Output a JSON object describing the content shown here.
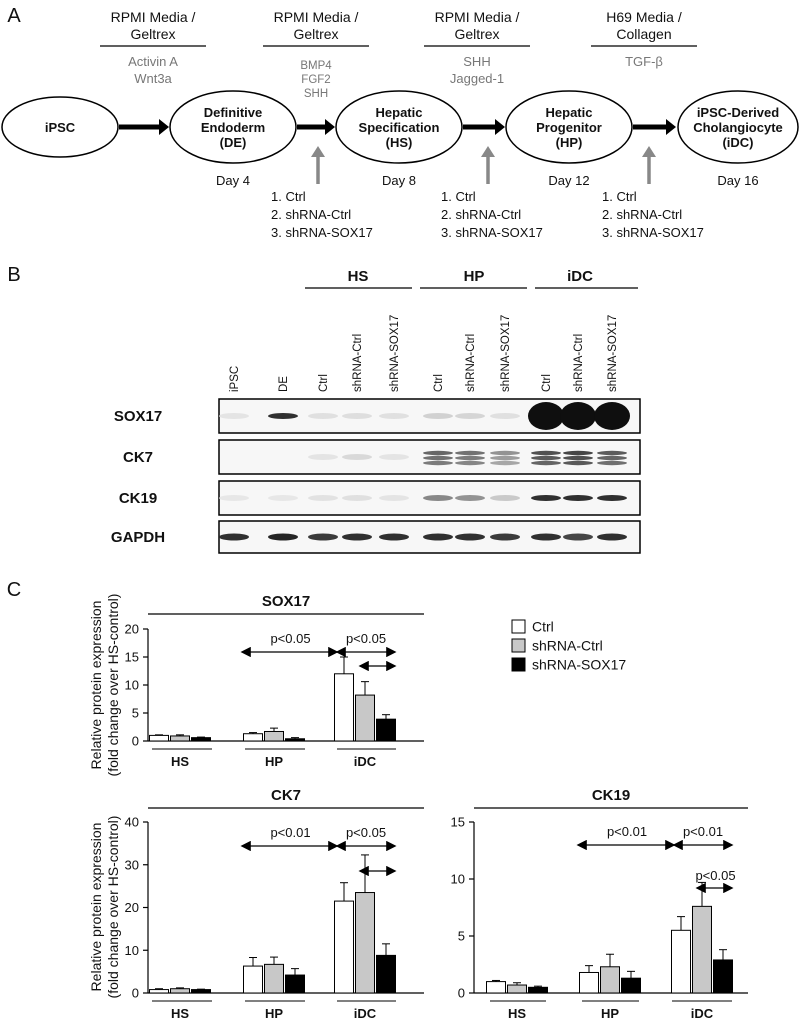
{
  "panel_a": {
    "letter": "A",
    "stages": [
      {
        "name": "iPSC",
        "lines": [
          "iPSC"
        ],
        "day": ""
      },
      {
        "name": "definitive-endoderm",
        "lines": [
          "Definitive",
          "Endoderm",
          "(DE)"
        ],
        "day": "Day 4"
      },
      {
        "name": "hepatic-specification",
        "lines": [
          "Hepatic",
          "Specification",
          "(HS)"
        ],
        "day": "Day 8"
      },
      {
        "name": "hepatic-progenitor",
        "lines": [
          "Hepatic",
          "Progenitor",
          "(HP)"
        ],
        "day": "Day 12"
      },
      {
        "name": "idc",
        "lines": [
          "iPSC-Derived",
          "Cholangiocyte",
          "(iDC)"
        ],
        "day": "Day 16"
      }
    ],
    "media": [
      {
        "lines": [
          "RPMI Media /",
          "Geltrex"
        ],
        "factors": [
          "Activin A",
          "Wnt3a"
        ]
      },
      {
        "lines": [
          "RPMI Media /",
          "Geltrex"
        ],
        "factors": [
          "BMP4",
          "FGF2",
          "SHH"
        ]
      },
      {
        "lines": [
          "RPMI Media /",
          "Geltrex"
        ],
        "factors": [
          "SHH",
          "Jagged-1"
        ]
      },
      {
        "lines": [
          "H69 Media /",
          "Collagen"
        ],
        "factors": [
          "TGF-β"
        ]
      }
    ],
    "treatments": [
      "1. Ctrl",
      "2. shRNA-Ctrl",
      "3. shRNA-SOX17"
    ]
  },
  "panel_b": {
    "letter": "B",
    "groups": [
      "HS",
      "HP",
      "iDC"
    ],
    "lanes": [
      "iPSC",
      "DE",
      "Ctrl",
      "shRNA-Ctrl",
      "shRNA-SOX17",
      "Ctrl",
      "shRNA-Ctrl",
      "shRNA-SOX17",
      "Ctrl",
      "shRNA-Ctrl",
      "shRNA-SOX17"
    ],
    "blots": [
      "SOX17",
      "CK7",
      "CK19",
      "GAPDH"
    ],
    "band_intensity": {
      "SOX17": [
        0.03,
        0.85,
        0.05,
        0.06,
        0.05,
        0.12,
        0.1,
        0.05,
        1.0,
        1.0,
        1.0
      ],
      "CK7": [
        0.0,
        0.0,
        0.03,
        0.08,
        0.03,
        0.6,
        0.55,
        0.4,
        0.7,
        0.75,
        0.65
      ],
      "CK19": [
        0.02,
        0.02,
        0.04,
        0.05,
        0.03,
        0.45,
        0.4,
        0.15,
        0.85,
        0.85,
        0.85
      ],
      "GAPDH": [
        0.85,
        0.9,
        0.8,
        0.85,
        0.85,
        0.85,
        0.85,
        0.8,
        0.85,
        0.75,
        0.85
      ]
    }
  },
  "panel_c": {
    "letter": "C",
    "ylabel_lines": [
      "Relative protein expression",
      "(fold change over HS-control)"
    ],
    "legend": [
      "Ctrl",
      "shRNA-Ctrl",
      "shRNA-SOX17"
    ]
  },
  "chart_data": [
    {
      "type": "bar",
      "title": "SOX17",
      "categories": [
        "HS",
        "HP",
        "iDC"
      ],
      "ylim": [
        0,
        20
      ],
      "yticks": [
        0,
        5,
        10,
        15,
        20
      ],
      "series": [
        {
          "name": "Ctrl",
          "values": [
            1.0,
            1.3,
            12.0
          ],
          "errors": [
            0.1,
            0.2,
            3.0
          ]
        },
        {
          "name": "shRNA-Ctrl",
          "values": [
            0.9,
            1.7,
            8.2
          ],
          "errors": [
            0.2,
            0.6,
            2.4
          ]
        },
        {
          "name": "shRNA-SOX17",
          "values": [
            0.6,
            0.4,
            3.9
          ],
          "errors": [
            0.1,
            0.2,
            0.8
          ]
        }
      ],
      "annotations": [
        {
          "label": "p<0.05",
          "from": "HP",
          "to": "iDC"
        },
        {
          "label": "p<0.05",
          "from": "iDC",
          "to": "iDC"
        },
        {
          "label": "",
          "from": "iDC-shRNA-Ctrl",
          "to": "iDC-shRNA-SOX17"
        }
      ]
    },
    {
      "type": "bar",
      "title": "CK7",
      "categories": [
        "HS",
        "HP",
        "iDC"
      ],
      "ylim": [
        0,
        40
      ],
      "yticks": [
        0,
        10,
        20,
        30,
        40
      ],
      "series": [
        {
          "name": "Ctrl",
          "values": [
            0.8,
            6.3,
            21.5
          ],
          "errors": [
            0.2,
            2.0,
            4.3
          ]
        },
        {
          "name": "shRNA-Ctrl",
          "values": [
            1.0,
            6.7,
            23.5
          ],
          "errors": [
            0.2,
            1.7,
            8.8
          ]
        },
        {
          "name": "shRNA-SOX17",
          "values": [
            0.8,
            4.2,
            8.8
          ],
          "errors": [
            0.1,
            1.5,
            2.7
          ]
        }
      ],
      "annotations": [
        {
          "label": "p<0.01",
          "from": "HP",
          "to": "iDC"
        },
        {
          "label": "p<0.05",
          "from": "iDC",
          "to": "iDC"
        },
        {
          "label": "",
          "from": "iDC-shRNA-Ctrl",
          "to": "iDC-shRNA-SOX17"
        }
      ]
    },
    {
      "type": "bar",
      "title": "CK19",
      "categories": [
        "HS",
        "HP",
        "iDC"
      ],
      "ylim": [
        0,
        15
      ],
      "yticks": [
        0,
        5,
        10,
        15
      ],
      "series": [
        {
          "name": "Ctrl",
          "values": [
            1.0,
            1.8,
            5.5
          ],
          "errors": [
            0.1,
            0.6,
            1.2
          ]
        },
        {
          "name": "shRNA-Ctrl",
          "values": [
            0.7,
            2.3,
            7.6
          ],
          "errors": [
            0.2,
            1.1,
            2.1
          ]
        },
        {
          "name": "shRNA-SOX17",
          "values": [
            0.5,
            1.3,
            2.9
          ],
          "errors": [
            0.1,
            0.6,
            0.9
          ]
        }
      ],
      "annotations": [
        {
          "label": "p<0.01",
          "from": "HP",
          "to": "iDC"
        },
        {
          "label": "p<0.01",
          "from": "iDC",
          "to": "iDC"
        },
        {
          "label": "p<0.05",
          "from": "iDC-shRNA-Ctrl",
          "to": "iDC-shRNA-SOX17"
        }
      ]
    }
  ]
}
